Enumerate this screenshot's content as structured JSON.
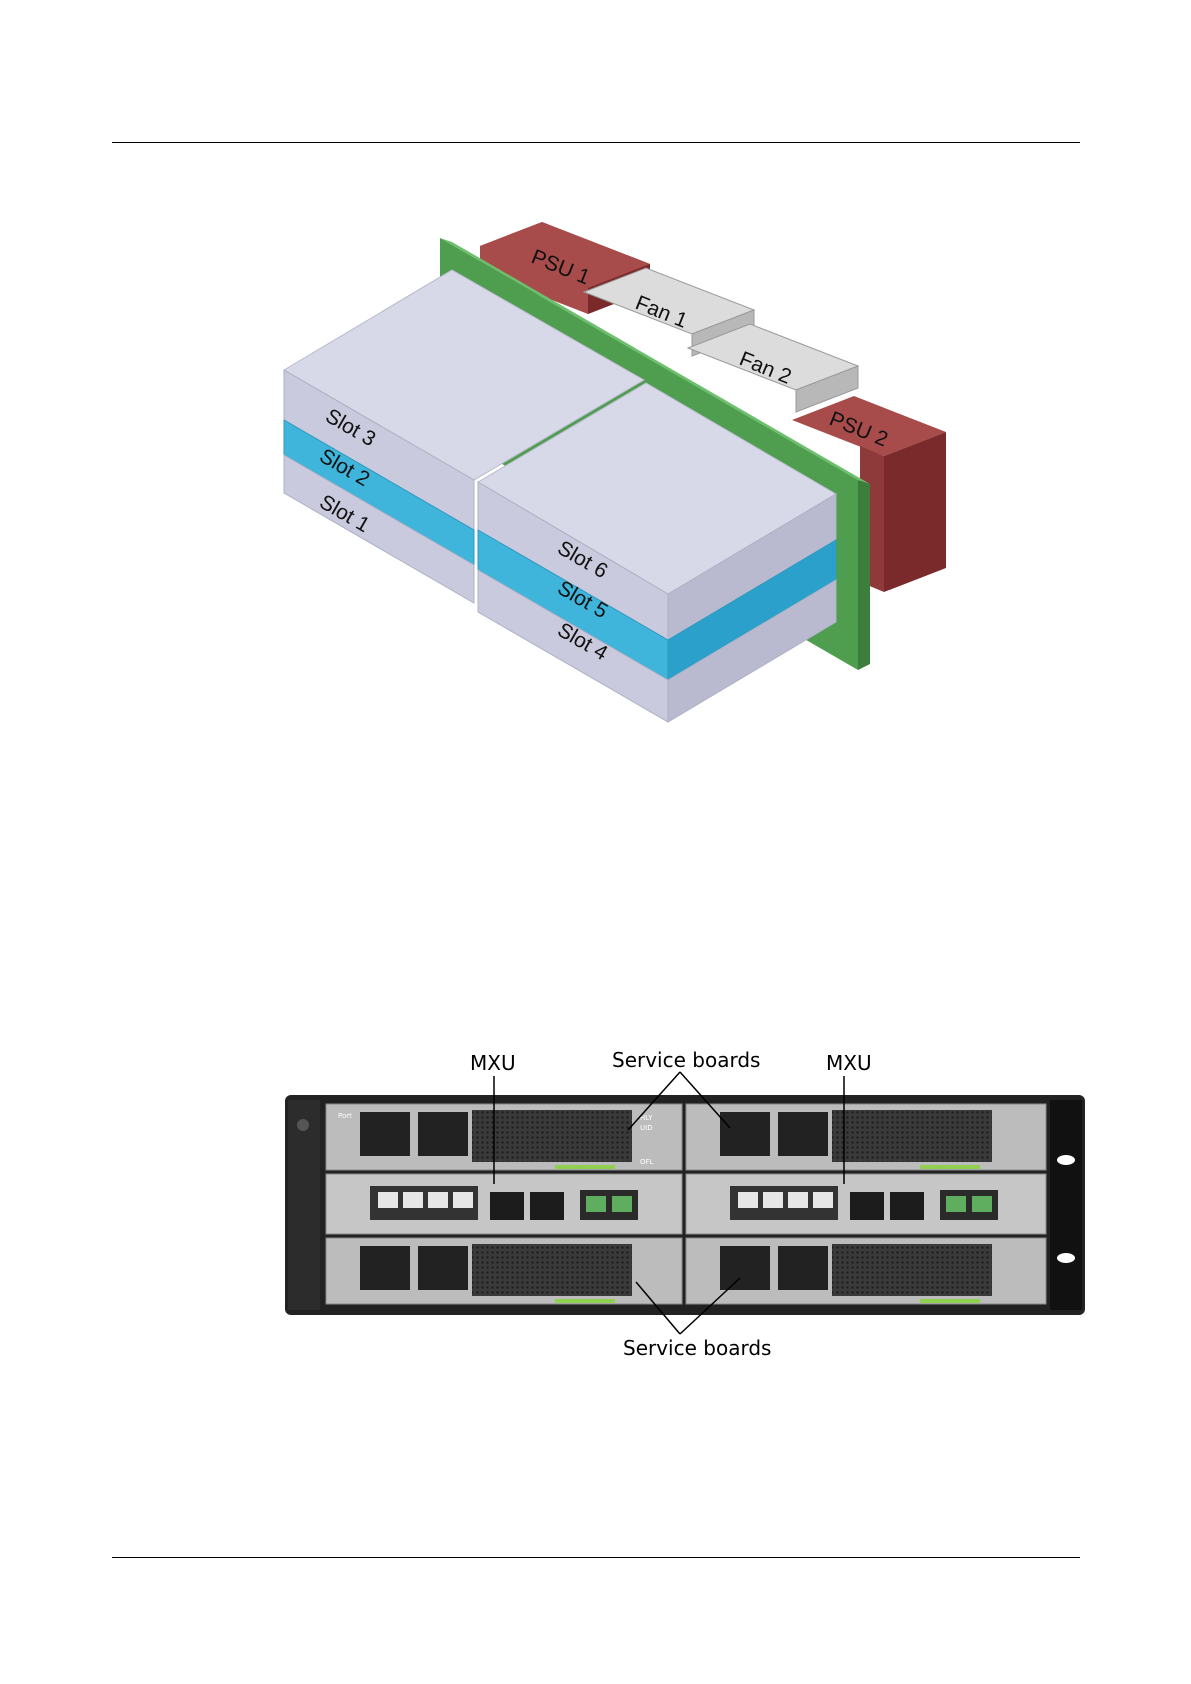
{
  "slot_diagram": {
    "labels": {
      "psu1": "PSU 1",
      "psu2": "PSU 2",
      "fan1": "Fan 1",
      "fan2": "Fan 2",
      "slot1": "Slot 1",
      "slot2": "Slot 2",
      "slot3": "Slot 3",
      "slot4": "Slot 4",
      "slot5": "Slot 5",
      "slot6": "Slot 6"
    },
    "colors": {
      "board": "#cfd0e2",
      "mxu": "#3fb5dc",
      "psu": "#a84b4b",
      "fan": "#d9d9d9",
      "backplane": "#4f9e4f"
    }
  },
  "chassis_photo": {
    "callouts": {
      "mxu_left": "MXU",
      "mxu_right": "MXU",
      "service_boards_top": "Service boards",
      "service_boards_bottom": "Service boards"
    },
    "panel_text": {
      "port": "Port",
      "hly": "HLY",
      "uid": "UID",
      "ofl": "OFL"
    }
  }
}
